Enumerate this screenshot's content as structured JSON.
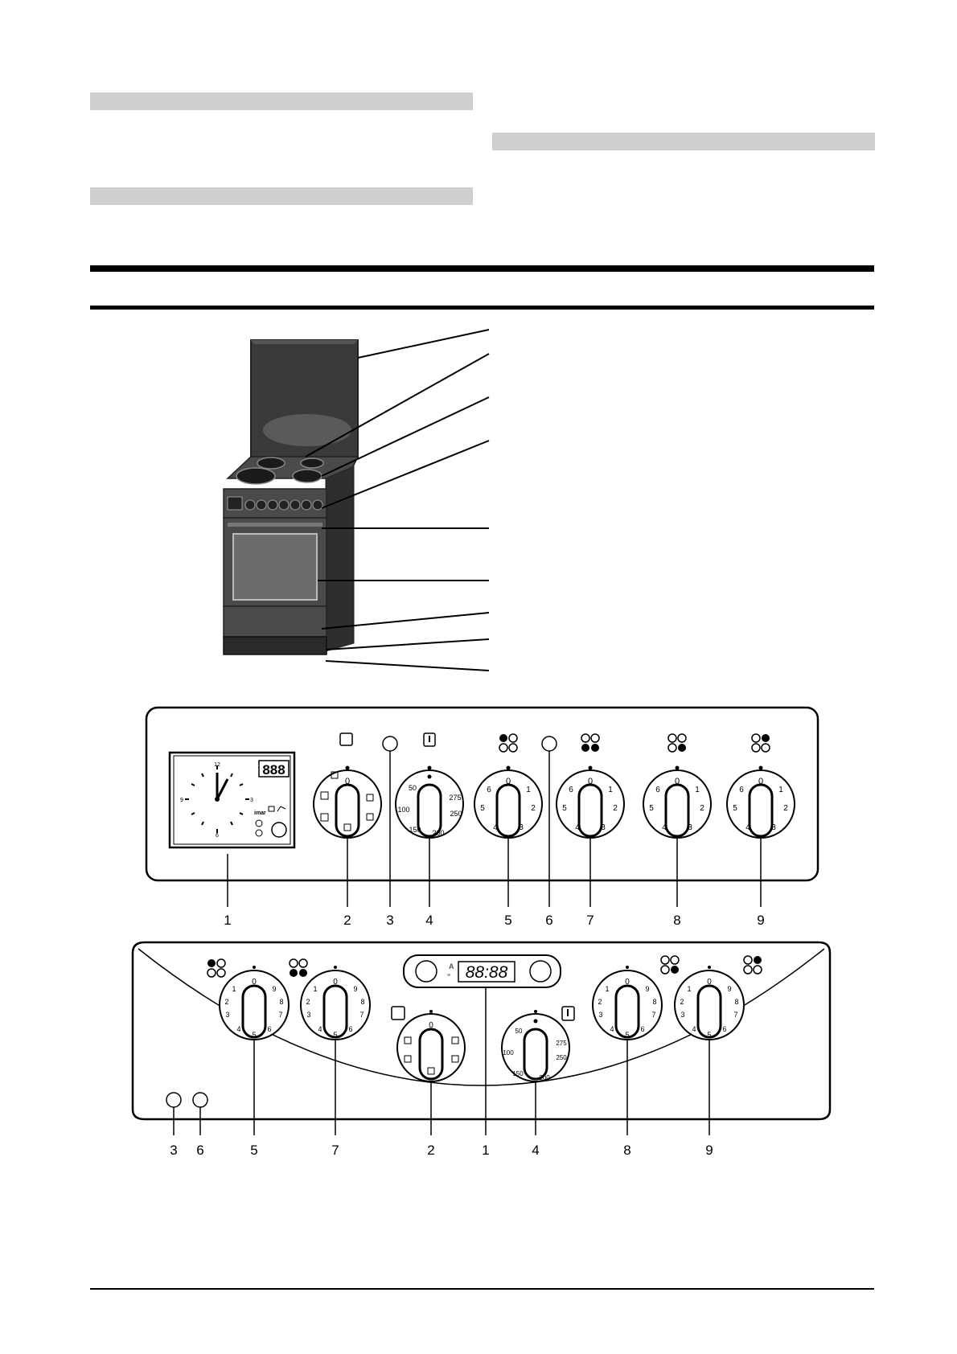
{
  "cooker_callout_count": 9,
  "panel1": {
    "callouts": [
      "1",
      "2",
      "3",
      "4",
      "5",
      "6",
      "7",
      "8",
      "9"
    ],
    "display": "888",
    "clock_numbers": [
      "12",
      "3",
      "6",
      "9"
    ],
    "brand": "imar",
    "oven_dial_ticks": [
      "0"
    ],
    "thermostat_ticks": [
      "50",
      "100",
      "150",
      "200",
      "250",
      "275"
    ],
    "hob_dial_ticks": [
      "0",
      "1",
      "2",
      "3",
      "4",
      "5",
      "6"
    ]
  },
  "panel2": {
    "callouts": [
      "3",
      "6",
      "5",
      "7",
      "2",
      "1",
      "4",
      "8",
      "9"
    ],
    "display": "88:88",
    "hob_dial_ticks": [
      "0",
      "1",
      "2",
      "3",
      "4",
      "5",
      "6",
      "7",
      "8",
      "9"
    ],
    "thermostat_ticks": [
      "50",
      "100",
      "150",
      "200",
      "250",
      "275"
    ]
  },
  "colors": {
    "cooker_body": "#4a4a4a",
    "cooker_dark": "#2e2e2e",
    "bar_gray": "#cfcfcf"
  }
}
